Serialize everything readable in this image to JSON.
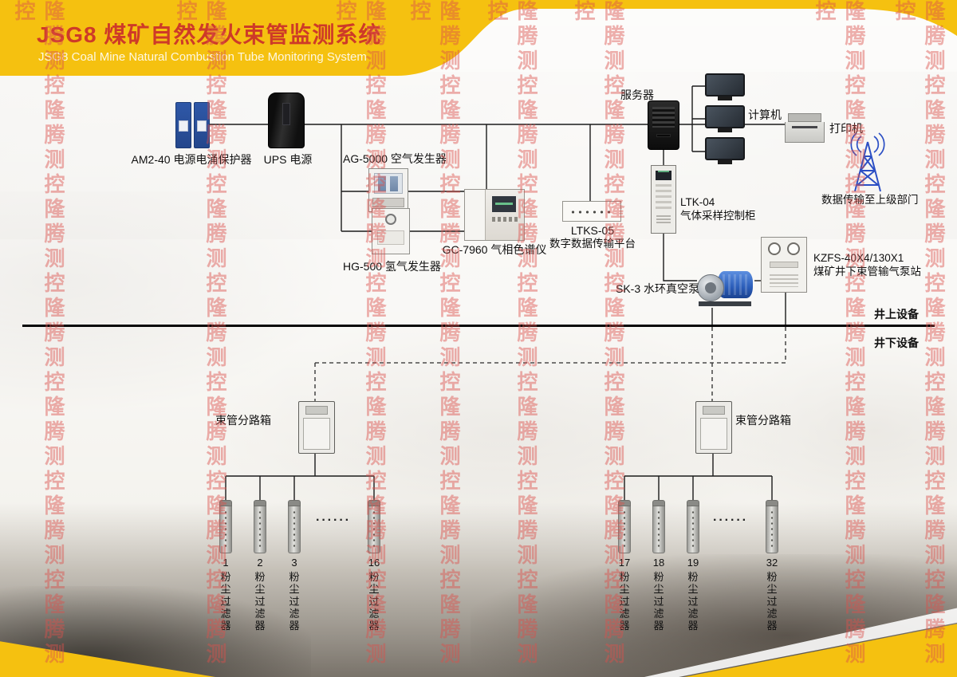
{
  "colors": {
    "brand_yellow": "#F5C110",
    "title_red": "#CE3A28",
    "watermark_red": "#DB504B",
    "line_black": "#1B1B1B"
  },
  "header": {
    "title": "JSG8 煤矿自然发火束管监测系统",
    "subtitle": "JSG8 Coal Mine Natural Combustion Tube Monitoring System"
  },
  "watermark": {
    "column": "隆腾测控隆腾测控隆腾测控隆腾测控隆腾测控隆腾测控隆腾测控"
  },
  "zones": {
    "surface": "井上设备",
    "underground": "井下设备"
  },
  "devices": {
    "surge_protector": "AM2-40 电源电涌保护器",
    "ups": "UPS 电源",
    "air_generator": "AG-5000 空气发生器",
    "hydrogen_generator": "HG-500 氢气发生器",
    "chromatograph": "GC-7960 气相色谱仪",
    "transmission_platform_model": "LTKS-05",
    "transmission_platform_name": "数字数据传输平台",
    "server": "服务器",
    "computer": "计算机",
    "printer": "打印机",
    "uplink": "数据传输至上级部门",
    "sampling_cabinet_model": "LTK-04",
    "sampling_cabinet_name": "气体采样控制柜",
    "pump_station_model": "KZFS-40X4/130X1",
    "pump_station_name": "煤矿井下束管输气泵站",
    "vacuum_pump": "SK-3 水环真空泵",
    "branch_box_left": "束管分路箱",
    "branch_box_right": "束管分路箱"
  },
  "filters": {
    "ellipsis": "······",
    "left": [
      {
        "num": "1",
        "name": "粉尘过滤器"
      },
      {
        "num": "2",
        "name": "粉尘过滤器"
      },
      {
        "num": "3",
        "name": "粉尘过滤器"
      },
      {
        "num": "16",
        "name": "粉尘过滤器"
      }
    ],
    "right": [
      {
        "num": "17",
        "name": "粉尘过滤器"
      },
      {
        "num": "18",
        "name": "粉尘过滤器"
      },
      {
        "num": "19",
        "name": "粉尘过滤器"
      },
      {
        "num": "32",
        "name": "粉尘过滤器"
      }
    ]
  }
}
